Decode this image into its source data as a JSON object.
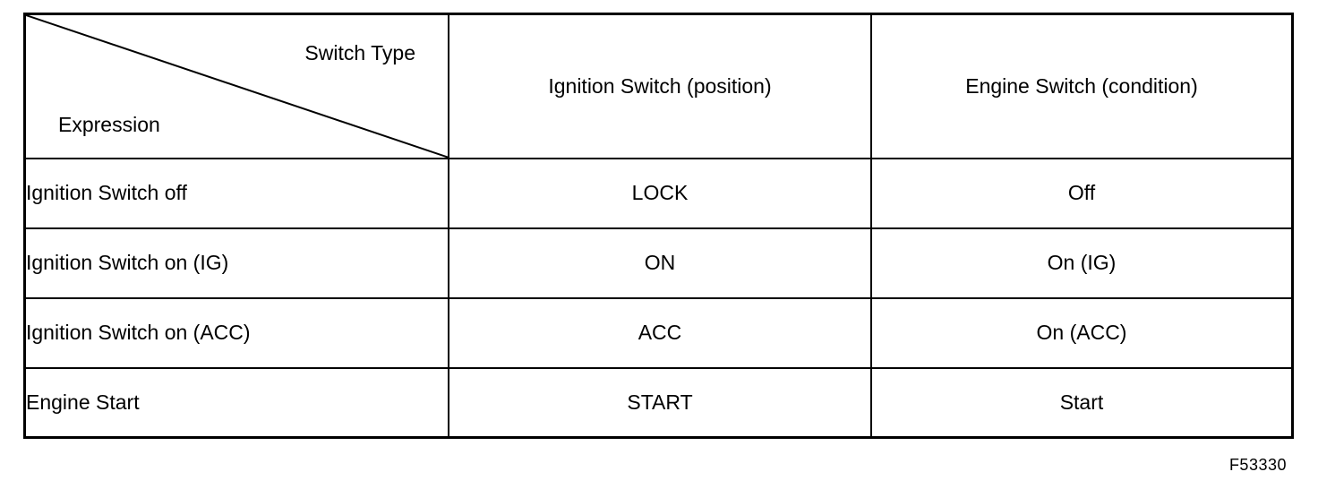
{
  "table": {
    "corner": {
      "top_right": "Switch Type",
      "bottom_left": "Expression"
    },
    "columns": {
      "ignition": "Ignition Switch (position)",
      "engine": "Engine Switch (condition)"
    },
    "rows": [
      {
        "expression": "Ignition Switch off",
        "ignition": "LOCK",
        "engine": "Off"
      },
      {
        "expression": "Ignition Switch on (IG)",
        "ignition": "ON",
        "engine": "On (IG)"
      },
      {
        "expression": "Ignition Switch on (ACC)",
        "ignition": "ACC",
        "engine": "On (ACC)"
      },
      {
        "expression": "Engine Start",
        "ignition": "START",
        "engine": "Start"
      }
    ]
  },
  "figure": {
    "code": "F53330"
  },
  "colors": {
    "background": "#ffffff",
    "border": "#000000",
    "text": "#000000"
  }
}
